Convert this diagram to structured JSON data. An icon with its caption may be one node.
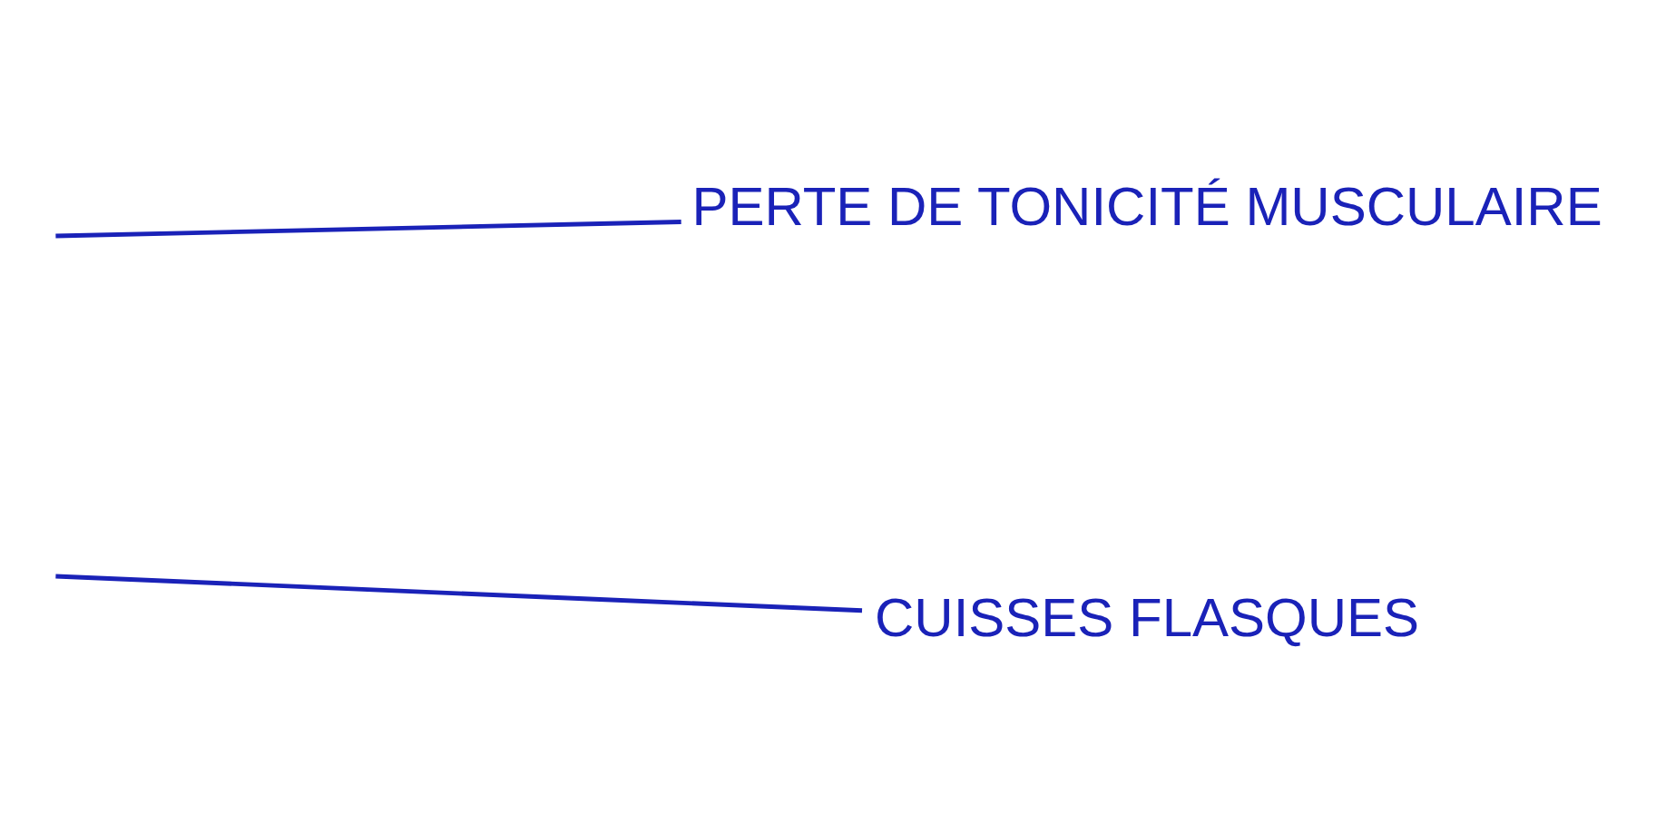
{
  "diagram": {
    "nodes": [
      {
        "text": [
          "PERTE DE TONICITÉ MUSCULAIRE"
        ]
      },
      {
        "text": [
          "CUISSES FLASQUES"
        ]
      }
    ],
    "edges": [
      {
        "from": 0,
        "to": null,
        "arrow": "none"
      },
      {
        "from": 1,
        "to": null,
        "arrow": "none"
      }
    ]
  }
}
